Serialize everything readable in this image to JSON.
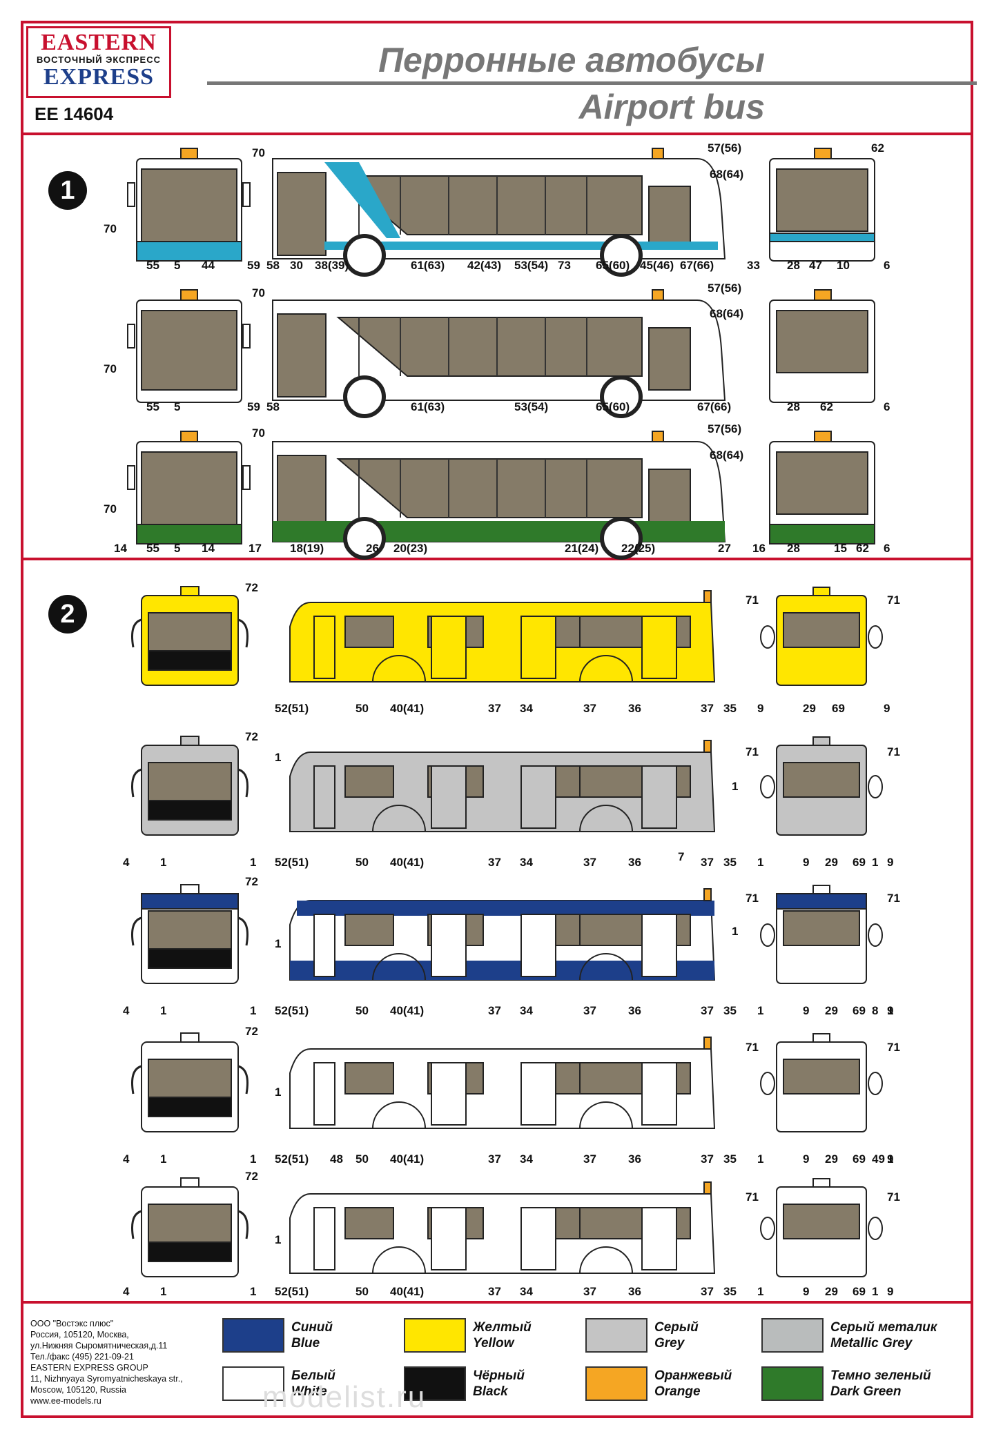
{
  "header": {
    "logo_top": "EASTERN",
    "logo_mid": "ВОСТОЧНЫЙ ЭКСПРЕСС",
    "logo_bottom": "EXPRESS",
    "code": "EE 14604",
    "title_ru": "Перронные автобусы",
    "title_en": "Airport bus"
  },
  "sections": [
    "1",
    "2"
  ],
  "colors": {
    "frame": "#c8102e",
    "window": "#857b68",
    "blue": "#1d3f8a",
    "light_blue": "#2aa7c9",
    "yellow": "#ffe600",
    "grey": "#c4c4c4",
    "metallic": "#b9bcbc",
    "orange": "#f5a623",
    "dark_green": "#2f7a2a",
    "black": "#111111",
    "white": "#ffffff"
  },
  "section1": {
    "row1": [
      "70",
      "70",
      "55",
      "5",
      "44",
      "59",
      "58",
      "30",
      "38(39)",
      "61(63)",
      "42(43)",
      "53(54)",
      "73",
      "65(60)",
      "45(46)",
      "67(66)",
      "57(56)",
      "68(64)",
      "62",
      "33",
      "28",
      "47",
      "10",
      "6"
    ],
    "row2": [
      "70",
      "70",
      "55",
      "5",
      "59",
      "58",
      "61(63)",
      "53(54)",
      "65(60)",
      "67(66)",
      "57(56)",
      "68(64)",
      "28",
      "62",
      "6"
    ],
    "row3": [
      "70",
      "70",
      "14",
      "55",
      "5",
      "14",
      "17",
      "18(19)",
      "26",
      "20(23)",
      "21(24)",
      "22(25)",
      "27",
      "57(56)",
      "68(64)",
      "16",
      "28",
      "15",
      "62",
      "6"
    ]
  },
  "section2": {
    "row1": [
      "72",
      "52(51)",
      "50",
      "40(41)",
      "37",
      "34",
      "37",
      "36",
      "37",
      "35",
      "71",
      "71",
      "9",
      "29",
      "69",
      "9"
    ],
    "row2": [
      "72",
      "1",
      "4",
      "1",
      "1",
      "52(51)",
      "50",
      "40(41)",
      "37",
      "34",
      "37",
      "36",
      "37",
      "35",
      "1",
      "71",
      "71",
      "1",
      "9",
      "29",
      "69",
      "1",
      "9"
    ],
    "row3": [
      "72",
      "1",
      "4",
      "1",
      "7",
      "1",
      "52(51)",
      "50",
      "40(41)",
      "37",
      "34",
      "37",
      "36",
      "37",
      "35",
      "1",
      "71",
      "71",
      "1",
      "9",
      "29",
      "69",
      "8",
      "1",
      "9"
    ],
    "row4": [
      "72",
      "1",
      "4",
      "1",
      "1",
      "52(51)",
      "48",
      "50",
      "40(41)",
      "37",
      "34",
      "37",
      "36",
      "37",
      "35",
      "71",
      "71",
      "1",
      "9",
      "29",
      "69",
      "49",
      "1",
      "9"
    ],
    "row5": [
      "72",
      "1",
      "4",
      "1",
      "1",
      "52(51)",
      "50",
      "40(41)",
      "37",
      "34",
      "37",
      "36",
      "37",
      "35",
      "71",
      "71",
      "1",
      "9",
      "29",
      "69",
      "1",
      "9"
    ]
  },
  "address": [
    "ООО \"Востэкс плюс\"",
    "Россия, 105120, Москва,",
    "ул.Нижняя Сыромятническая,д.11",
    "Тел./факс (495) 221-09-21",
    "EASTERN EXPRESS GROUP",
    "11, Nizhnyaya Syromyatnicheskaya str.,",
    "Moscow, 105120, Russia",
    "www.ee-models.ru"
  ],
  "legend": [
    {
      "ru": "Синий",
      "en": "Blue",
      "color": "#1d3f8a"
    },
    {
      "ru": "Желтый",
      "en": "Yellow",
      "color": "#ffe600"
    },
    {
      "ru": "Серый",
      "en": "Grey",
      "color": "#c4c4c4"
    },
    {
      "ru": "Серый металик",
      "en": "Metallic Grey",
      "color": "#b9bcbc"
    },
    {
      "ru": "Белый",
      "en": "White",
      "color": "#ffffff"
    },
    {
      "ru": "Чёрный",
      "en": "Black",
      "color": "#111111"
    },
    {
      "ru": "Оранжевый",
      "en": "Orange",
      "color": "#f5a623"
    },
    {
      "ru": "Темно зеленый",
      "en": "Dark Green",
      "color": "#2f7a2a"
    }
  ],
  "watermark": "modelist.ru"
}
